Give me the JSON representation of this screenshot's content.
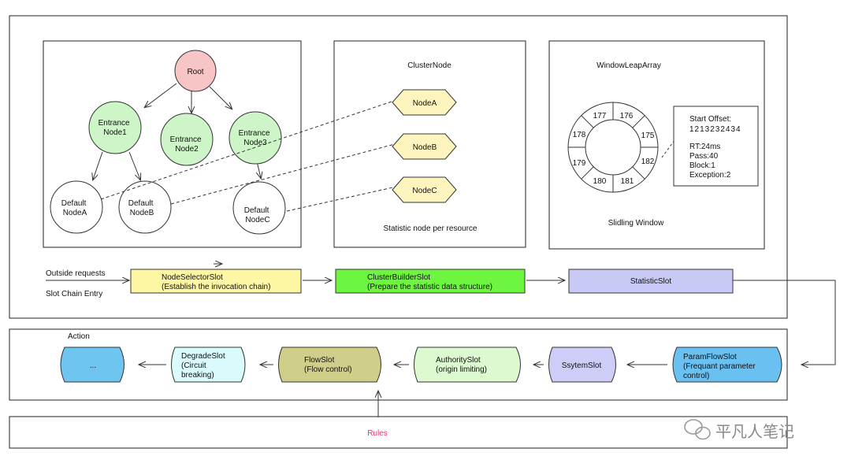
{
  "tree": {
    "root": "Root",
    "entrance1": [
      "Entrance",
      "Node1"
    ],
    "entrance2": [
      "Entrance",
      "Node2"
    ],
    "entrance3": [
      "Entrance",
      "Node3"
    ],
    "defaultA": [
      "Default",
      "NodeA"
    ],
    "defaultB": [
      "Default",
      "NodeB"
    ],
    "defaultC": [
      "Default",
      "NodeC"
    ]
  },
  "cluster": {
    "title": "ClusterNode",
    "nodes": [
      "NodeA",
      "NodeB",
      "NodeC"
    ],
    "caption": "Statistic node per resource"
  },
  "window": {
    "title": "WindowLeapArray",
    "buckets": [
      "177",
      "176",
      "175",
      "182",
      "181",
      "180",
      "179",
      "178"
    ],
    "info": [
      "Start Offset:",
      "1213232434",
      "RT:24ms",
      "Pass:40",
      "Block:1",
      "Exception:2"
    ],
    "caption": "Slidling Window"
  },
  "chain": {
    "outside_requests": "Outside requests",
    "entry": "Slot Chain Entry",
    "node_selector": [
      "NodeSelectorSlot",
      "(Establish the invocation chain)"
    ],
    "cluster_builder": [
      "ClusterBuilderSlot",
      "(Prepare the statistic data structure)"
    ],
    "statistic": "StatisticSlot"
  },
  "action": {
    "title": "Action",
    "ellipsis": "...",
    "degrade": [
      "DegradeSlot",
      "(Circuit",
      "breaking)"
    ],
    "flow": [
      "FlowSlot",
      "(Flow control)"
    ],
    "authority": [
      "AuthoritySlot",
      "(origin limiting)"
    ],
    "system": "SsytemSlot",
    "param_flow": [
      "ParamFlowSlot",
      "(Frequant parameter",
      "control)"
    ]
  },
  "rules": "Rules",
  "watermark": "平凡人笔记",
  "colors": {
    "root": "#f7c5c5",
    "entrance": "#cdf5c8",
    "node_hex": "#fdf5bd",
    "node_selector": "#fdf7a3",
    "cluster_builder": "#6ef540",
    "statistic": "#c9c9f5",
    "ellipsis": "#6ec5f0",
    "degrade": "#d9fbfb",
    "flow": "#cfcf8a",
    "authority": "#dcf9d0",
    "system": "#cdcdf7",
    "param_flow": "#6ac0f0",
    "rules_text": "#e8337a"
  }
}
